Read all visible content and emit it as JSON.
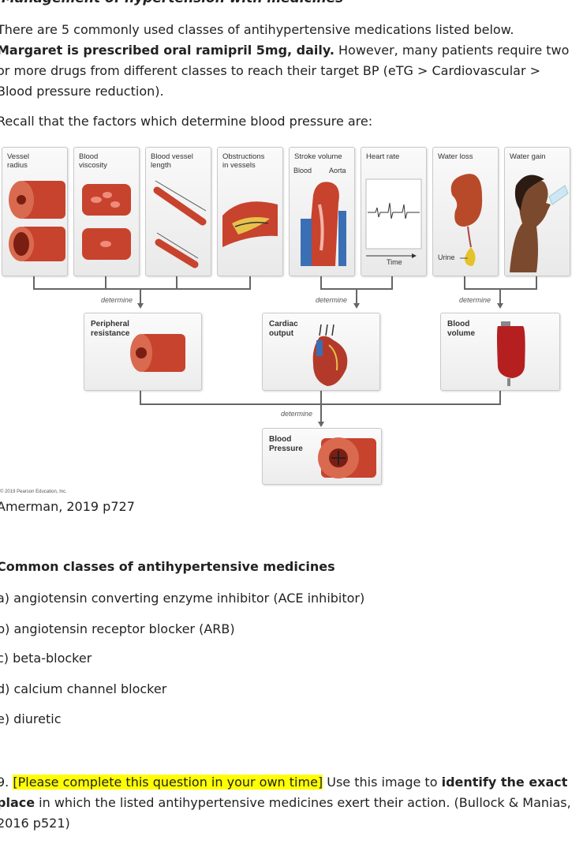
{
  "doc": {
    "heading": "Management of hypertension with medicines",
    "intro_plain_1": "There are 5 commonly used classes of antihypertensive medications listed below. ",
    "intro_bold": "Margaret is prescribed oral ramipril 5mg, daily.",
    "intro_plain_2": " However, many patients require two or more drugs from different classes to reach their target BP (eTG > Cardiovascular > Blood pressure reduction).",
    "recall": "Recall that the factors which determine blood pressure are:",
    "citation": "Amerman, 2019 p727",
    "section_title": "Common classes of antihypertensive medicines",
    "classes": [
      "a) angiotensin converting enzyme inhibitor (ACE inhibitor)",
      "b) angiotensin receptor blocker (ARB)",
      "c) beta-blocker",
      "d) calcium channel blocker",
      "e) diuretic"
    ],
    "q_number": "9. ",
    "q_highlight": "[Please complete this question in your own time]",
    "q_text_1": " Use this image to ",
    "q_bold": "identify the exact place",
    "q_text_2": " in which the listed antihypertensive medicines exert their action. (Bullock & Manias, 2016 p521)"
  },
  "figure": {
    "factors": [
      {
        "label": "Vessel radius"
      },
      {
        "label": "Blood viscosity"
      },
      {
        "label": "Blood vessel length"
      },
      {
        "label": "Obstructions in vessels"
      },
      {
        "label": "Stroke volume"
      },
      {
        "label": "Heart rate"
      },
      {
        "label": "Water loss"
      },
      {
        "label": "Water gain"
      }
    ],
    "stroke_volume_sub": {
      "blood": "Blood",
      "aorta": "Aorta"
    },
    "heart_rate_axis": "Time",
    "water_loss_sub": "Urine",
    "determine": "determine",
    "outcomes": {
      "peripheral": "Peripheral resistance",
      "cardiac": "Cardiac output",
      "volume": "Blood volume"
    },
    "result": "Blood Pressure",
    "copyright": "© 2019 Pearson Education, Inc."
  },
  "colors": {
    "highlight": "#ffff00",
    "vessel": "#c7432e",
    "connector": "#666666"
  }
}
